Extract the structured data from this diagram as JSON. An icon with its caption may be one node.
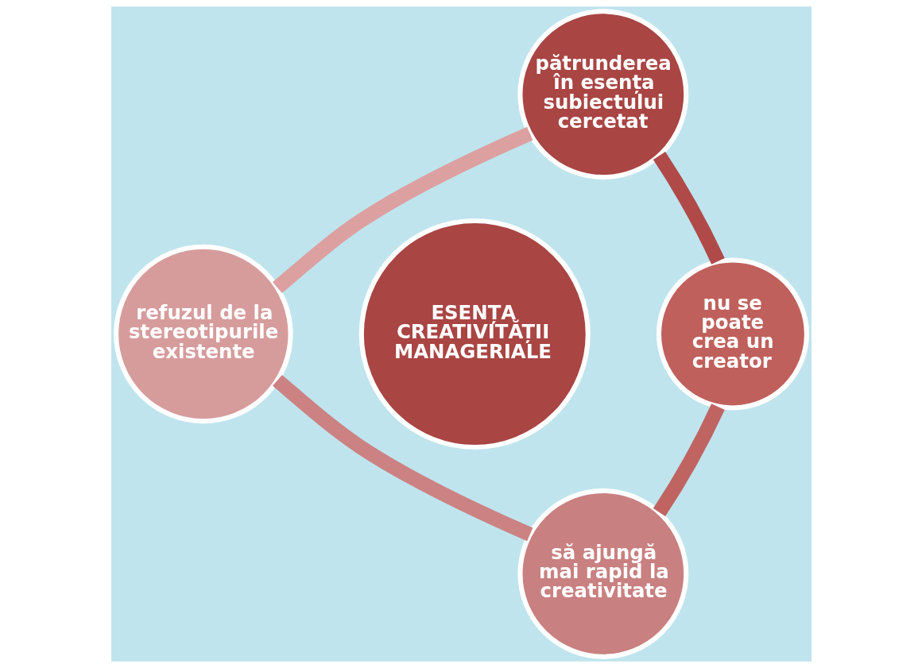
{
  "diagram": {
    "nodes": [
      {
        "text": [
          "pătrunderea în esența subiectului cercetat"
        ]
      },
      {
        "text": [
          "refuzul de la stereotipurile existente"
        ]
      },
      {
        "text": [
          "ESENȚA CREATIVITĂȚII MANAGERIALE"
        ]
      },
      {
        "text": [
          "nu se poate crea un creator"
        ]
      },
      {
        "text": [
          "să ajungă mai rapid la creativitate"
        ]
      }
    ],
    "edges": [
      {
        "from": 0,
        "to": 3,
        "arrow": "none",
        "color": "#b04a48"
      },
      {
        "from": 3,
        "to": 4,
        "arrow": "none",
        "color": "#c06462"
      },
      {
        "from": 4,
        "to": 1,
        "arrow": "none",
        "color": "#cc8282"
      },
      {
        "from": 1,
        "to": 0,
        "arrow": "none",
        "color": "#dca0a0"
      }
    ]
  }
}
